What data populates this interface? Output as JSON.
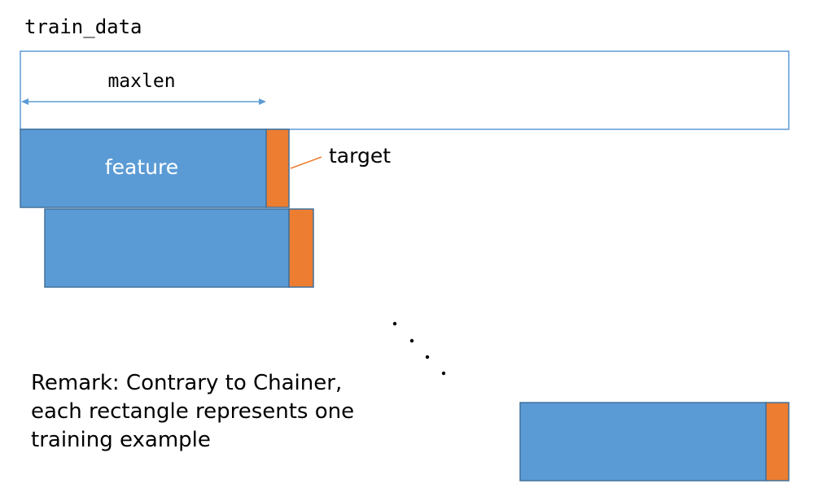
{
  "diagram": {
    "title": "train_data",
    "maxlen_label": "maxlen",
    "feature_label": "feature",
    "target_label": "target",
    "ellipsis": "· · · ·",
    "remark_lines": [
      "Remark: Contrary to Chainer,",
      "each rectangle represents one",
      "training example"
    ],
    "colors": {
      "feature": "#5b9bd5",
      "target": "#ed7d31",
      "border": "#41719c",
      "train_border": "#5b9bd5",
      "arrow": "#5b9bd5",
      "leader": "#ed7d31"
    }
  }
}
